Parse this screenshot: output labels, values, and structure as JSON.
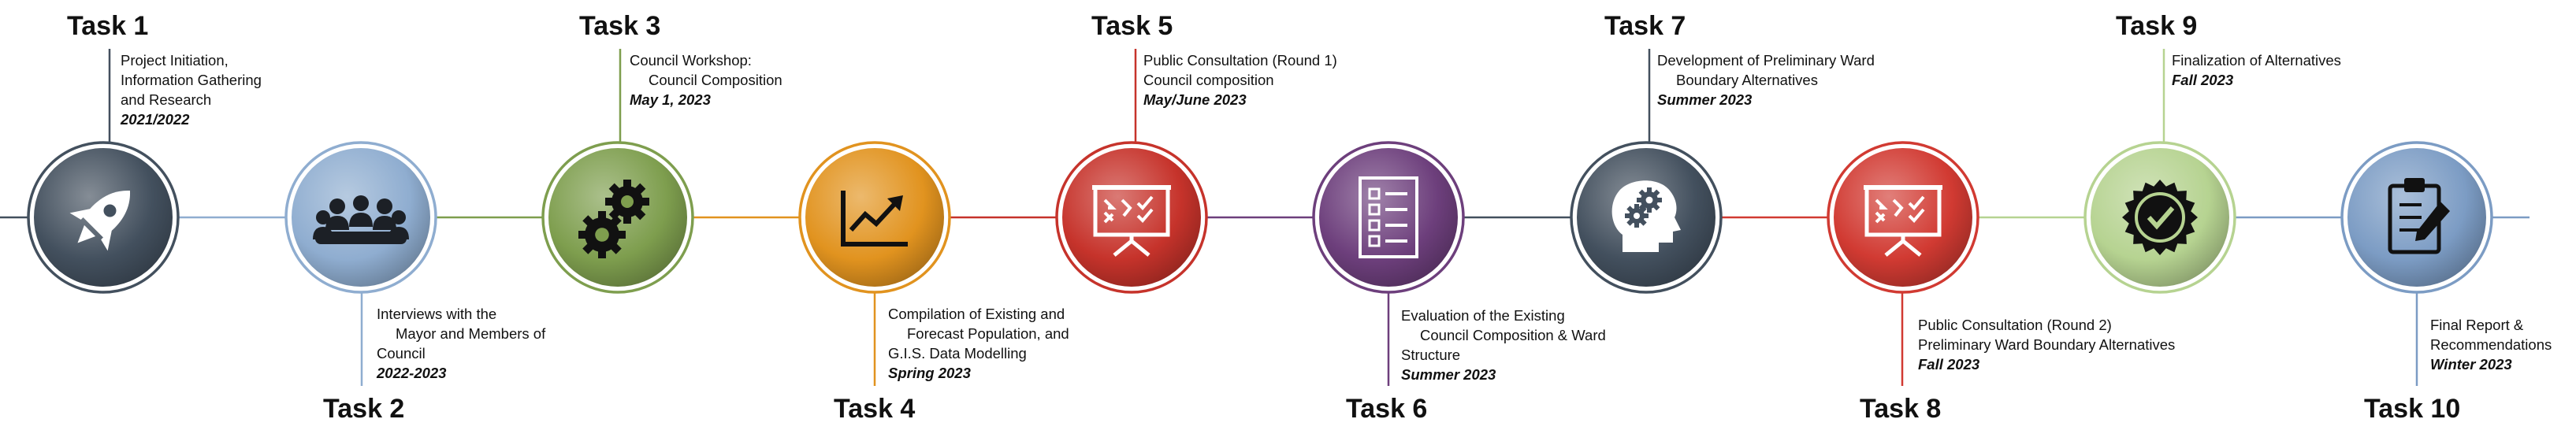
{
  "accent_colors": [
    "#43505e",
    "#8fadd0",
    "#7e9e4e",
    "#e1931f",
    "#c6332b",
    "#6d3f7c",
    "#43505e",
    "#d13a32",
    "#b6d391",
    "#7c9cc4"
  ],
  "tasks": [
    {
      "title": "Task 1",
      "lines": [
        "Project Initiation,",
        "Information Gathering",
        "and Research"
      ],
      "date": "2021/2022",
      "icon": "rocket-icon",
      "color": "#43505e"
    },
    {
      "title": "Task 2",
      "lines": [
        "Interviews with the",
        "Mayor and Members of",
        "Council"
      ],
      "date": "2022-2023",
      "icon": "people-meeting-icon",
      "color": "#8fadd0"
    },
    {
      "title": "Task 3",
      "lines": [
        "Council Workshop:",
        "Council Composition"
      ],
      "date": "May 1, 2023",
      "icon": "gears-icon",
      "color": "#7e9e4e"
    },
    {
      "title": "Task 4",
      "lines": [
        "Compilation of Existing and",
        "Forecast Population, and",
        "G.I.S. Data Modelling"
      ],
      "date": "Spring 2023",
      "icon": "growth-chart-icon",
      "color": "#e1931f"
    },
    {
      "title": "Task 5",
      "lines": [
        "Public Consultation (Round 1)",
        "Council composition"
      ],
      "date": "May/June 2023",
      "icon": "presentation-board-icon",
      "color": "#c6332b"
    },
    {
      "title": "Task 6",
      "lines": [
        "Evaluation of the Existing",
        "Council Composition & Ward",
        "Structure"
      ],
      "date": "Summer 2023",
      "icon": "checklist-icon",
      "color": "#6d3f7c"
    },
    {
      "title": "Task 7",
      "lines": [
        "Development of Preliminary Ward",
        "Boundary Alternatives"
      ],
      "date": "Summer 2023",
      "icon": "head-gears-icon",
      "color": "#43505e"
    },
    {
      "title": "Task 8",
      "lines": [
        "Public Consultation (Round 2)",
        "Preliminary Ward Boundary Alternatives"
      ],
      "date": "Fall 2023",
      "icon": "presentation-board-icon",
      "color": "#d13a32"
    },
    {
      "title": "Task 9",
      "lines": [
        "Finalization of Alternatives"
      ],
      "date": "Fall 2023",
      "icon": "check-badge-icon",
      "color": "#b6d391"
    },
    {
      "title": "Task 10",
      "lines": [
        "Final Report &",
        "Recommendations"
      ],
      "date": "Winter 2023",
      "icon": "clipboard-edit-icon",
      "color": "#7c9cc4"
    }
  ]
}
